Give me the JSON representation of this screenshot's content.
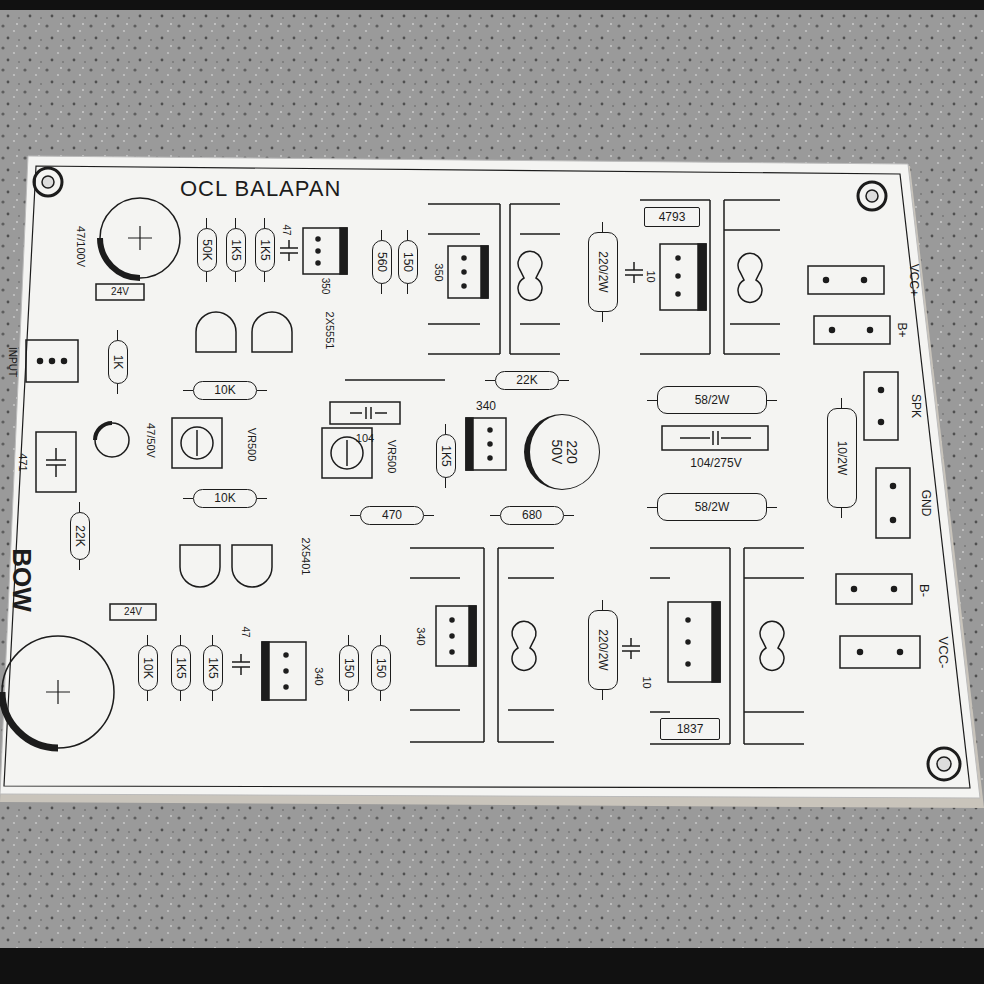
{
  "diagram": {
    "title": "OCL BALAPAN",
    "nodes": [
      {
        "text": [
          "50K"
        ]
      },
      {
        "text": [
          "1K5"
        ]
      },
      {
        "text": [
          "1K5"
        ]
      },
      {
        "text": [
          "560"
        ]
      },
      {
        "text": [
          "150"
        ]
      },
      {
        "text": [
          "4793"
        ]
      },
      {
        "text": [
          "220/2W"
        ]
      },
      {
        "text": [
          "1K"
        ]
      },
      {
        "text": [
          "10K"
        ]
      },
      {
        "text": [
          "22K"
        ]
      },
      {
        "text": [
          "58/2W"
        ]
      },
      {
        "text": [
          "10/2W"
        ]
      },
      {
        "text": [
          "1K5"
        ]
      },
      {
        "text": [
          "220",
          "50V"
        ]
      },
      {
        "text": [
          "10K"
        ]
      },
      {
        "text": [
          "22K"
        ]
      },
      {
        "text": [
          "470"
        ]
      },
      {
        "text": [
          "680"
        ]
      },
      {
        "text": [
          "58/2W"
        ]
      },
      {
        "text": [
          "10K"
        ]
      },
      {
        "text": [
          "1K5"
        ]
      },
      {
        "text": [
          "1K5"
        ]
      },
      {
        "text": [
          "150"
        ]
      },
      {
        "text": [
          "150"
        ]
      },
      {
        "text": [
          "220/2W"
        ]
      },
      {
        "text": [
          "1837"
        ]
      }
    ],
    "edges": [],
    "labels": [
      "47/100V",
      "24V",
      "INPUT",
      "471",
      "47/50V",
      "BOW",
      "24V",
      "47",
      "350",
      "350",
      "2X5551",
      "VR500",
      "104",
      "VR500",
      "340",
      "10",
      "104/275V",
      "VCC+",
      "B+",
      "SPK",
      "GND",
      "2X5401",
      "47",
      "340",
      "340",
      "10",
      "B-",
      "VCC-"
    ]
  }
}
